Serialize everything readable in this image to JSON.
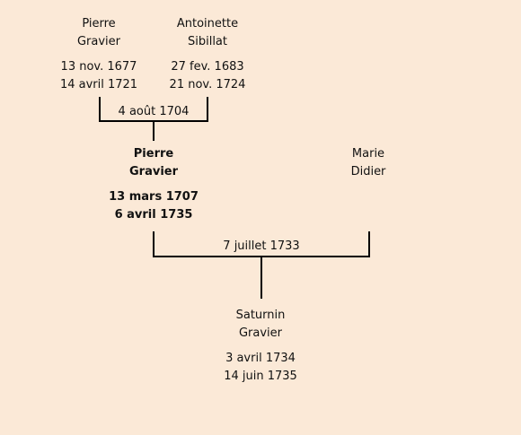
{
  "colors": {
    "background": "#fbe9d7",
    "lines": "#000000",
    "text": "#111111"
  },
  "father": {
    "first_name": "Pierre",
    "last_name": "Gravier",
    "birth": "13 nov. 1677",
    "death": "14 avril 1721"
  },
  "mother": {
    "first_name": "Antoinette",
    "last_name": "Sibillat",
    "birth": "27 fev. 1683",
    "death": "21 nov. 1724"
  },
  "parents_marriage": "4 août 1704",
  "subject": {
    "first_name": "Pierre",
    "last_name": "Gravier",
    "birth": "13 mars 1707",
    "death": "6 avril 1735"
  },
  "spouse": {
    "first_name": "Marie",
    "last_name": "Didier"
  },
  "subject_marriage": "7 juillet 1733",
  "child": {
    "first_name": "Saturnin",
    "last_name": "Gravier",
    "birth": "3 avril 1734",
    "death": "14 juin 1735"
  }
}
